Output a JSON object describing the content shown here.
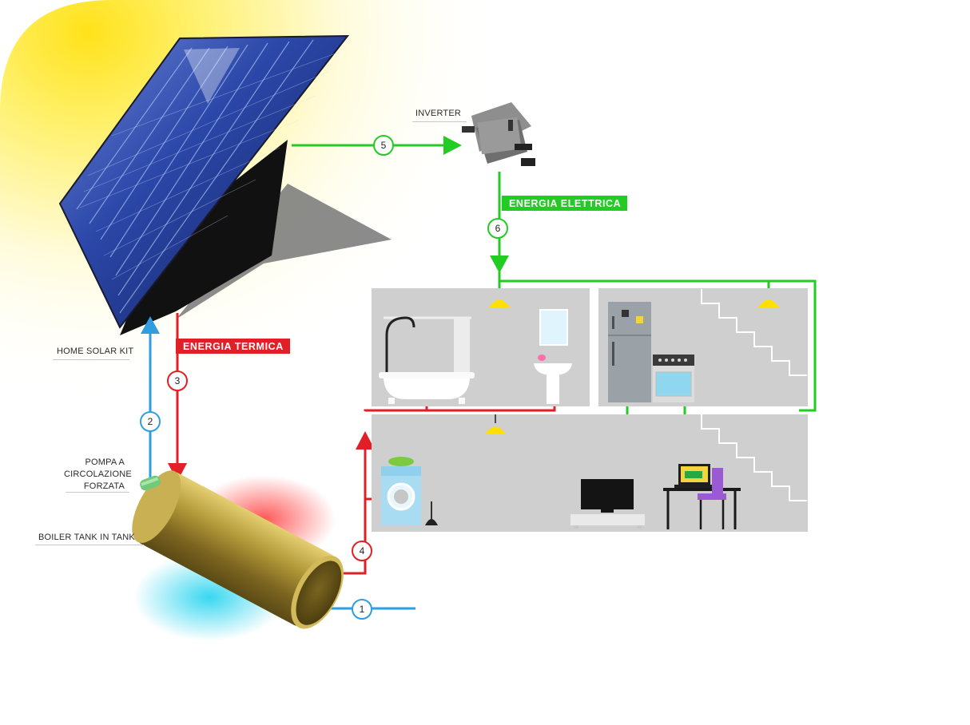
{
  "labels": {
    "inverter": "INVERTER",
    "home_solar_kit": "HOME SOLAR KIT",
    "pump_line1": "POMPA A",
    "pump_line2": "CIRCOLAZIONE",
    "pump_line3": "FORZATA",
    "boiler": "BOILER TANK IN TANK"
  },
  "tags": {
    "electric": "ENERGIA ELETTRICA",
    "thermal": "ENERGIA TERMICA"
  },
  "steps": {
    "s1": "1",
    "s2": "2",
    "s3": "3",
    "s4": "4",
    "s5": "5",
    "s6": "6"
  },
  "colors": {
    "green": "#22cc22",
    "red": "#e21f26",
    "blue": "#2f9de0",
    "room": "#cfcfcf",
    "lamp": "#ffe000"
  },
  "icons": [
    "solar-panel-icon",
    "inverter-icon",
    "boiler-tank-icon",
    "pump-icon",
    "bathtub-icon",
    "sink-icon",
    "mirror-icon",
    "fridge-icon",
    "oven-icon",
    "washing-machine-icon",
    "plunger-icon",
    "tv-icon",
    "laptop-icon",
    "desk-icon",
    "chair-icon",
    "stairs-icon",
    "lamp-icon"
  ]
}
